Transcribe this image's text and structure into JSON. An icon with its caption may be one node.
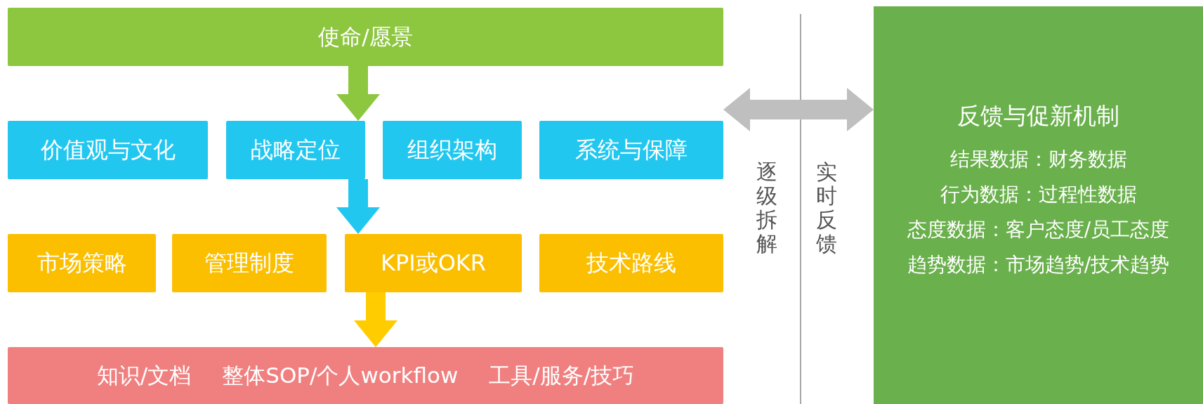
{
  "diagram": {
    "nodes": [
      {
        "text": [
          "使命/愿景"
        ]
      },
      {
        "text": [
          "价值观与文化"
        ]
      },
      {
        "text": [
          "战略定位"
        ]
      },
      {
        "text": [
          "组织架构"
        ]
      },
      {
        "text": [
          "系统与保障"
        ]
      },
      {
        "text": [
          "市场策略"
        ]
      },
      {
        "text": [
          "管理制度"
        ]
      },
      {
        "text": [
          "KPI或OKR"
        ]
      },
      {
        "text": [
          "技术路线"
        ]
      },
      {
        "text": [
          "知识/文档",
          "整体SOP/个人workflow",
          "工具/服务/技巧"
        ]
      },
      {
        "text": [
          "反馈与促新机制",
          "结果数据：财务数据",
          "行为数据：过程性数据",
          "态度数据：客户态度/员工态度",
          "趋势数据：市场趋势/技术趋势"
        ]
      }
    ],
    "edges": [
      {
        "from": 0,
        "to": 2,
        "arrow": "to",
        "color": "#8dc63f"
      },
      {
        "from": 2,
        "to": 7,
        "arrow": "to",
        "color": "#22c7f0"
      },
      {
        "from": 7,
        "to": 9,
        "arrow": "to",
        "color": "#ffcc00"
      },
      {
        "from": 4,
        "to": 10,
        "arrow": "both",
        "color": "#bfbfbf"
      }
    ],
    "labels": [
      "逐级拆解",
      "实时反馈"
    ]
  }
}
